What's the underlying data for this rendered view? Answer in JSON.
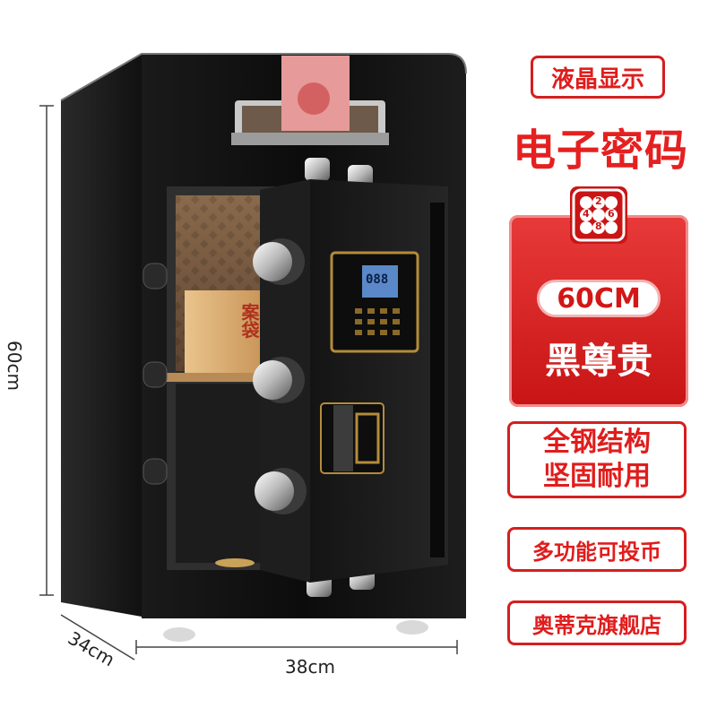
{
  "badges": {
    "lcd": "液晶显示",
    "electronic_password": "电子密码",
    "size": "60CM",
    "variant": "黑尊贵",
    "structure_line1": "全钢结构",
    "structure_line2": "坚固耐用",
    "coin": "多功能可投币",
    "store": "奥蒂克旗舰店"
  },
  "keypad_numbers": [
    "2",
    "4",
    "6",
    "8"
  ],
  "dimensions": {
    "height": "60cm",
    "width": "38cm",
    "depth": "34cm"
  },
  "display_text": "088",
  "bag_text": "案袋",
  "colors": {
    "accent_red": "#e01c1c",
    "safe_black": "#111111"
  }
}
